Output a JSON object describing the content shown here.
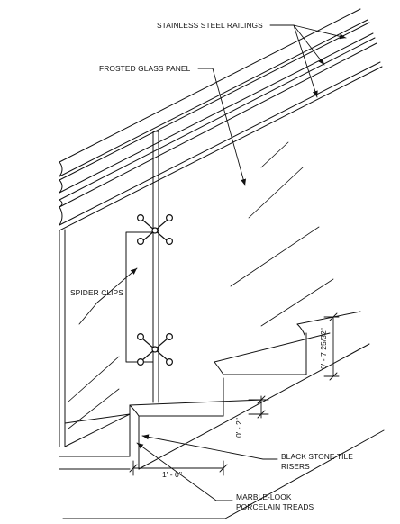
{
  "labels": {
    "railings": "STAINLESS STEEL RAILINGS",
    "glass": "FROSTED GLASS PANEL",
    "clips": "SPIDER CLIPS",
    "risers_line1": "BLACK STONE TILE",
    "risers_line2": "RISERS",
    "treads_line1": "MARBLE-LOOK",
    "treads_line2": "PORCELAIN TREADS"
  },
  "dimensions": {
    "tread_depth": "1' - 0\"",
    "riser_height": "0' - 7 25/32\"",
    "nosing": "0' - 2\""
  }
}
